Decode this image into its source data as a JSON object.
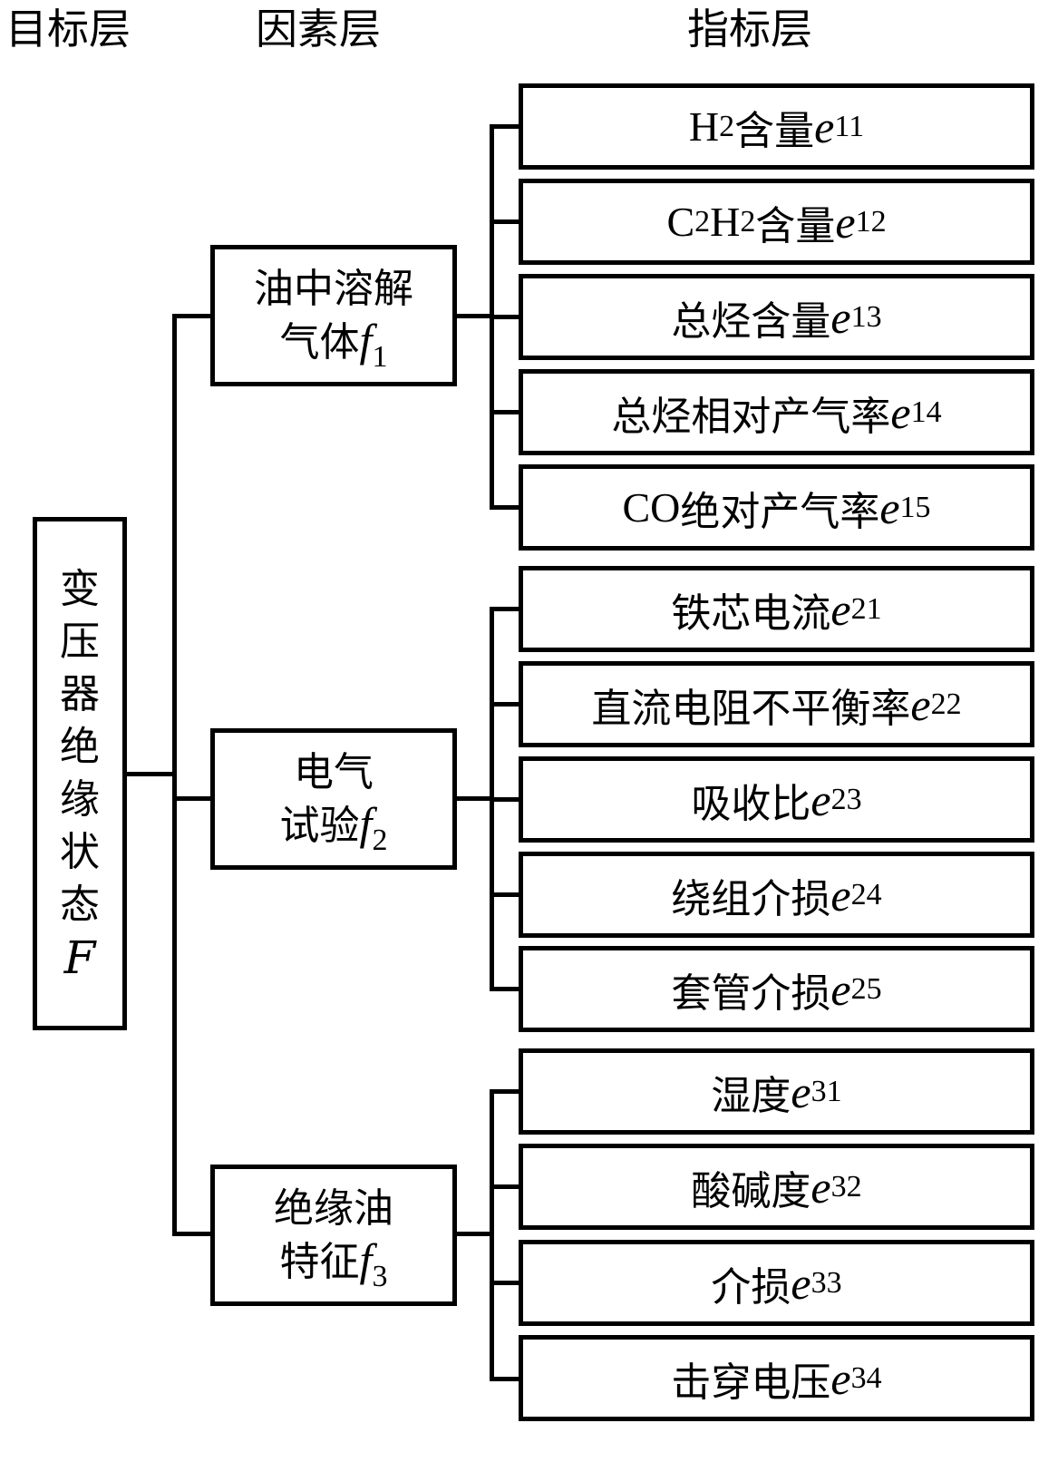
{
  "headers": {
    "goal_layer": "目标层",
    "factor_layer": "因素层",
    "indicator_layer": "指标层"
  },
  "root": {
    "chars": [
      "变",
      "压",
      "器",
      "绝",
      "缘",
      "状",
      "态"
    ],
    "symbol": "F"
  },
  "factors": [
    {
      "line1": "油中溶解",
      "line2": "气体",
      "var": "f",
      "sub": "1"
    },
    {
      "line1": "电气",
      "line2": "试验",
      "var": "f",
      "sub": "2"
    },
    {
      "line1": "绝缘油",
      "line2": "特征",
      "var": "f",
      "sub": "3"
    }
  ],
  "indicators": [
    {
      "prefix": "H",
      "prefix_sub": "2",
      "prefix2": "",
      "prefix2_sub": "",
      "label": "含量",
      "var": "e",
      "sub": "11"
    },
    {
      "prefix": "C",
      "prefix_sub": "2",
      "prefix2": "H",
      "prefix2_sub": "2",
      "label": "含量",
      "var": "e",
      "sub": "12"
    },
    {
      "prefix": "",
      "prefix_sub": "",
      "prefix2": "",
      "prefix2_sub": "",
      "label": "总烃含量",
      "var": "e",
      "sub": "13"
    },
    {
      "prefix": "",
      "prefix_sub": "",
      "prefix2": "",
      "prefix2_sub": "",
      "label": "总烃相对产气率",
      "var": "e",
      "sub": "14"
    },
    {
      "prefix": "CO",
      "prefix_sub": "",
      "prefix2": "",
      "prefix2_sub": "",
      "label": "绝对产气率",
      "var": "e",
      "sub": "15"
    },
    {
      "prefix": "",
      "prefix_sub": "",
      "prefix2": "",
      "prefix2_sub": "",
      "label": "铁芯电流",
      "var": "e",
      "sub": "21"
    },
    {
      "prefix": "",
      "prefix_sub": "",
      "prefix2": "",
      "prefix2_sub": "",
      "label": "直流电阻不平衡率",
      "var": "e",
      "sub": "22"
    },
    {
      "prefix": "",
      "prefix_sub": "",
      "prefix2": "",
      "prefix2_sub": "",
      "label": "吸收比",
      "var": "e",
      "sub": "23"
    },
    {
      "prefix": "",
      "prefix_sub": "",
      "prefix2": "",
      "prefix2_sub": "",
      "label": "绕组介损",
      "var": "e",
      "sub": "24"
    },
    {
      "prefix": "",
      "prefix_sub": "",
      "prefix2": "",
      "prefix2_sub": "",
      "label": "套管介损",
      "var": "e",
      "sub": "25"
    },
    {
      "prefix": "",
      "prefix_sub": "",
      "prefix2": "",
      "prefix2_sub": "",
      "label": "湿度",
      "var": "e",
      "sub": "31"
    },
    {
      "prefix": "",
      "prefix_sub": "",
      "prefix2": "",
      "prefix2_sub": "",
      "label": "酸碱度",
      "var": "e",
      "sub": "32"
    },
    {
      "prefix": "",
      "prefix_sub": "",
      "prefix2": "",
      "prefix2_sub": "",
      "label": "介损",
      "var": "e",
      "sub": "33"
    },
    {
      "prefix": "",
      "prefix_sub": "",
      "prefix2": "",
      "prefix2_sub": "",
      "label": "击穿电压",
      "var": "e",
      "sub": "34"
    }
  ],
  "colors": {
    "line": "#000000",
    "background": "#ffffff"
  }
}
